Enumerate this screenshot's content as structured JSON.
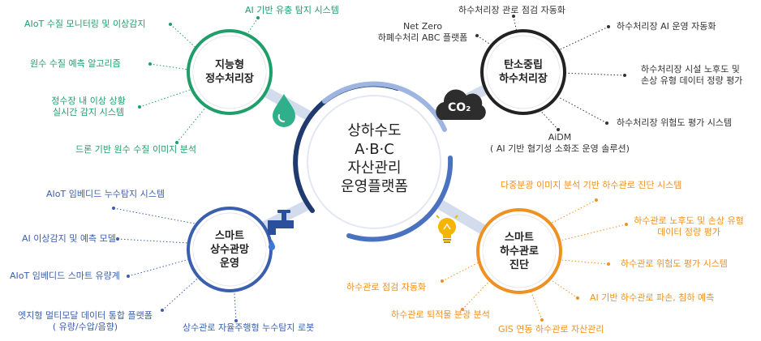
{
  "center": {
    "lines": [
      "상하수도",
      "A·B·C",
      "자산관리",
      "운영플랫폼"
    ]
  },
  "hubs": {
    "smart_water_treatment": {
      "lines": [
        "지능형",
        "정수처리장"
      ]
    },
    "carbon_neutral_plant": {
      "lines": [
        "탄소중립",
        "하수처리장"
      ]
    },
    "smart_supply": {
      "lines": [
        "스마트",
        "상수관망",
        "운영"
      ]
    },
    "smart_sewer": {
      "lines": [
        "스마트",
        "하수관로",
        "진단"
      ]
    }
  },
  "co2_label": "CO₂",
  "labels": {
    "g1": "AIoT 수질 모니터링 및 이상감지",
    "g2": "원수 수질 예측 알고리즘",
    "g3a": "정수장 내 이상 상황",
    "g3b": "실시간 감지 시스템",
    "g4": "드론 기반 원수 수질 이미지 분석",
    "g5": "AI 기반 유충 탐지 시스템",
    "k1a": "Net Zero",
    "k1b": "하폐수처리 ABC 플랫폼",
    "k2": "하수처리장 관로 점검 자동화",
    "k3": "하수처리장 AI 운영 자동화",
    "k4a": "하수처리장  시설 노후도 및",
    "k4b": "손상 유형 데이터 정량 평가",
    "k5": "하수처리장 위험도 평가 시스템",
    "k6a": "AiDM",
    "k6b": "( AI 기반 혐기성 소화조 운영 솔루션)",
    "b1": "AIoT 임베디드 누수탐지 시스템",
    "b2": "AI 이상감지 및 예측 모델",
    "b3": "AIoT 임베디드 스마트 유량계",
    "b4a": "엣지형 멀티모달 데이터 통합 플랫폼",
    "b4b": "( 유량/수압/음향)",
    "b5": "상수관로 자율주행형 누수탐지 로봇",
    "o1": "다중분광 이미지 분석 기반 하수관로 진단 시스템",
    "o2a": "하수관로 노후도 및 손상 유형",
    "o2b": "데이터 정량 평가",
    "o3": "하수관로 위험도 평가 시스템",
    "o4": "AI 기반 하수관로 파손, 침하 예측",
    "o5": "GIS 연동 하수관로 자산관리",
    "o6": "하수관로 퇴적물 분광 분석",
    "o7": "하수관로 점검 자동화"
  },
  "colors": {
    "green": "#1f9e6a",
    "dark": "#333333",
    "blue": "#3a5fae",
    "orange": "#ef9122",
    "navy": "#1e3a6e"
  }
}
